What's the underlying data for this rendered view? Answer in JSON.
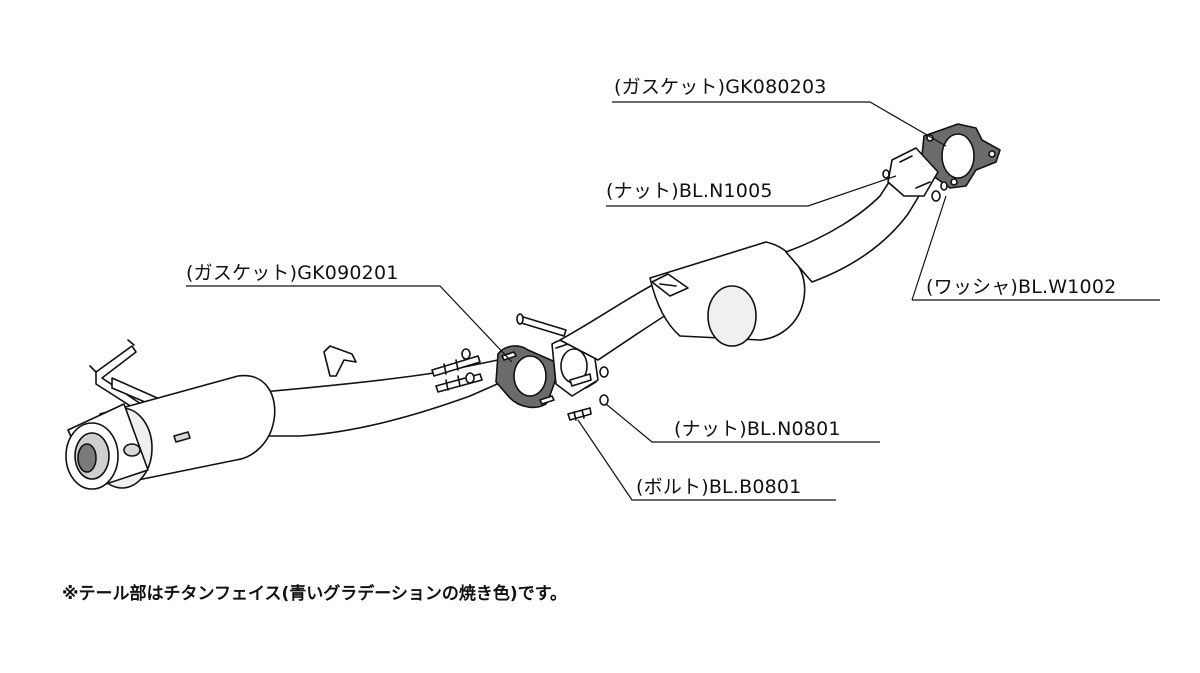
{
  "parts": {
    "gasket_front": "(ガスケット)GK080203",
    "nut_front": "(ナット)BL.N1005",
    "washer": "(ワッシャ)BL.W1002",
    "gasket_mid": "(ガスケット)GK090201",
    "nut_mid": "(ナット)BL.N0801",
    "bolt_mid": "(ボルト)BL.B0801"
  },
  "note": "※テール部はチタンフェイス(青いグラデーションの焼き色)です。",
  "colors": {
    "line": "#111111",
    "fill": "#ffffff",
    "shade": "#cfcfcf",
    "flange": "#6b6b6b"
  }
}
